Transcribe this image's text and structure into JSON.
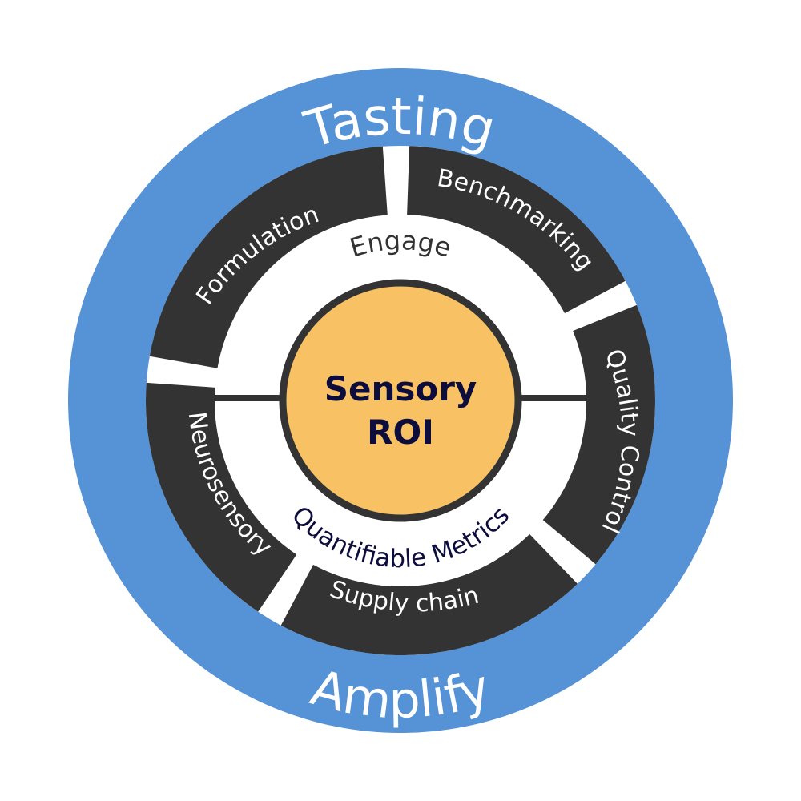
{
  "outer_ring": {
    "top_label": "Tasting",
    "bottom_label": "Amplify",
    "color": "#5592d6"
  },
  "segments": [
    {
      "label": "Formulation"
    },
    {
      "label": "Benchmarking"
    },
    {
      "label": "Quality Control"
    },
    {
      "label": "Supply chain"
    },
    {
      "label": "Neurosensory"
    }
  ],
  "segment_color": "#333333",
  "inner_ring": {
    "top_label": "Engage",
    "bottom_label": "Quantifiable Metrics",
    "top_label_color": "#333333",
    "bottom_label_color": "#0d0d3d"
  },
  "center": {
    "line1": "Sensory",
    "line2": "ROI",
    "fill": "#f7c164",
    "text_color": "#0d0d3d",
    "border_color": "#333333"
  }
}
